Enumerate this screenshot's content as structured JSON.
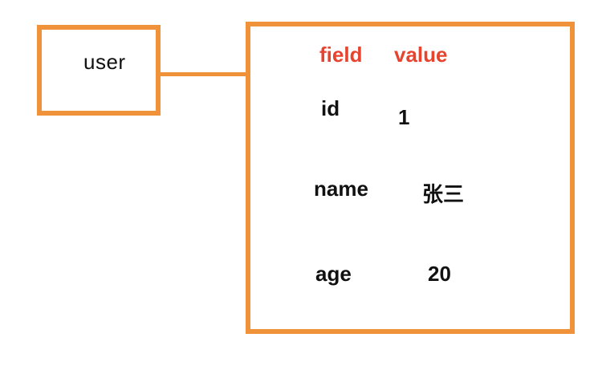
{
  "key": {
    "label": "user"
  },
  "hash": {
    "headers": {
      "field": "field",
      "value": "value"
    },
    "rows": [
      {
        "field": "id",
        "value": "1"
      },
      {
        "field": "name",
        "value": "张三"
      },
      {
        "field": "age",
        "value": "20"
      }
    ]
  },
  "colors": {
    "border": "#f0923a",
    "header_text": "#e8432e",
    "body_text": "#111111"
  }
}
